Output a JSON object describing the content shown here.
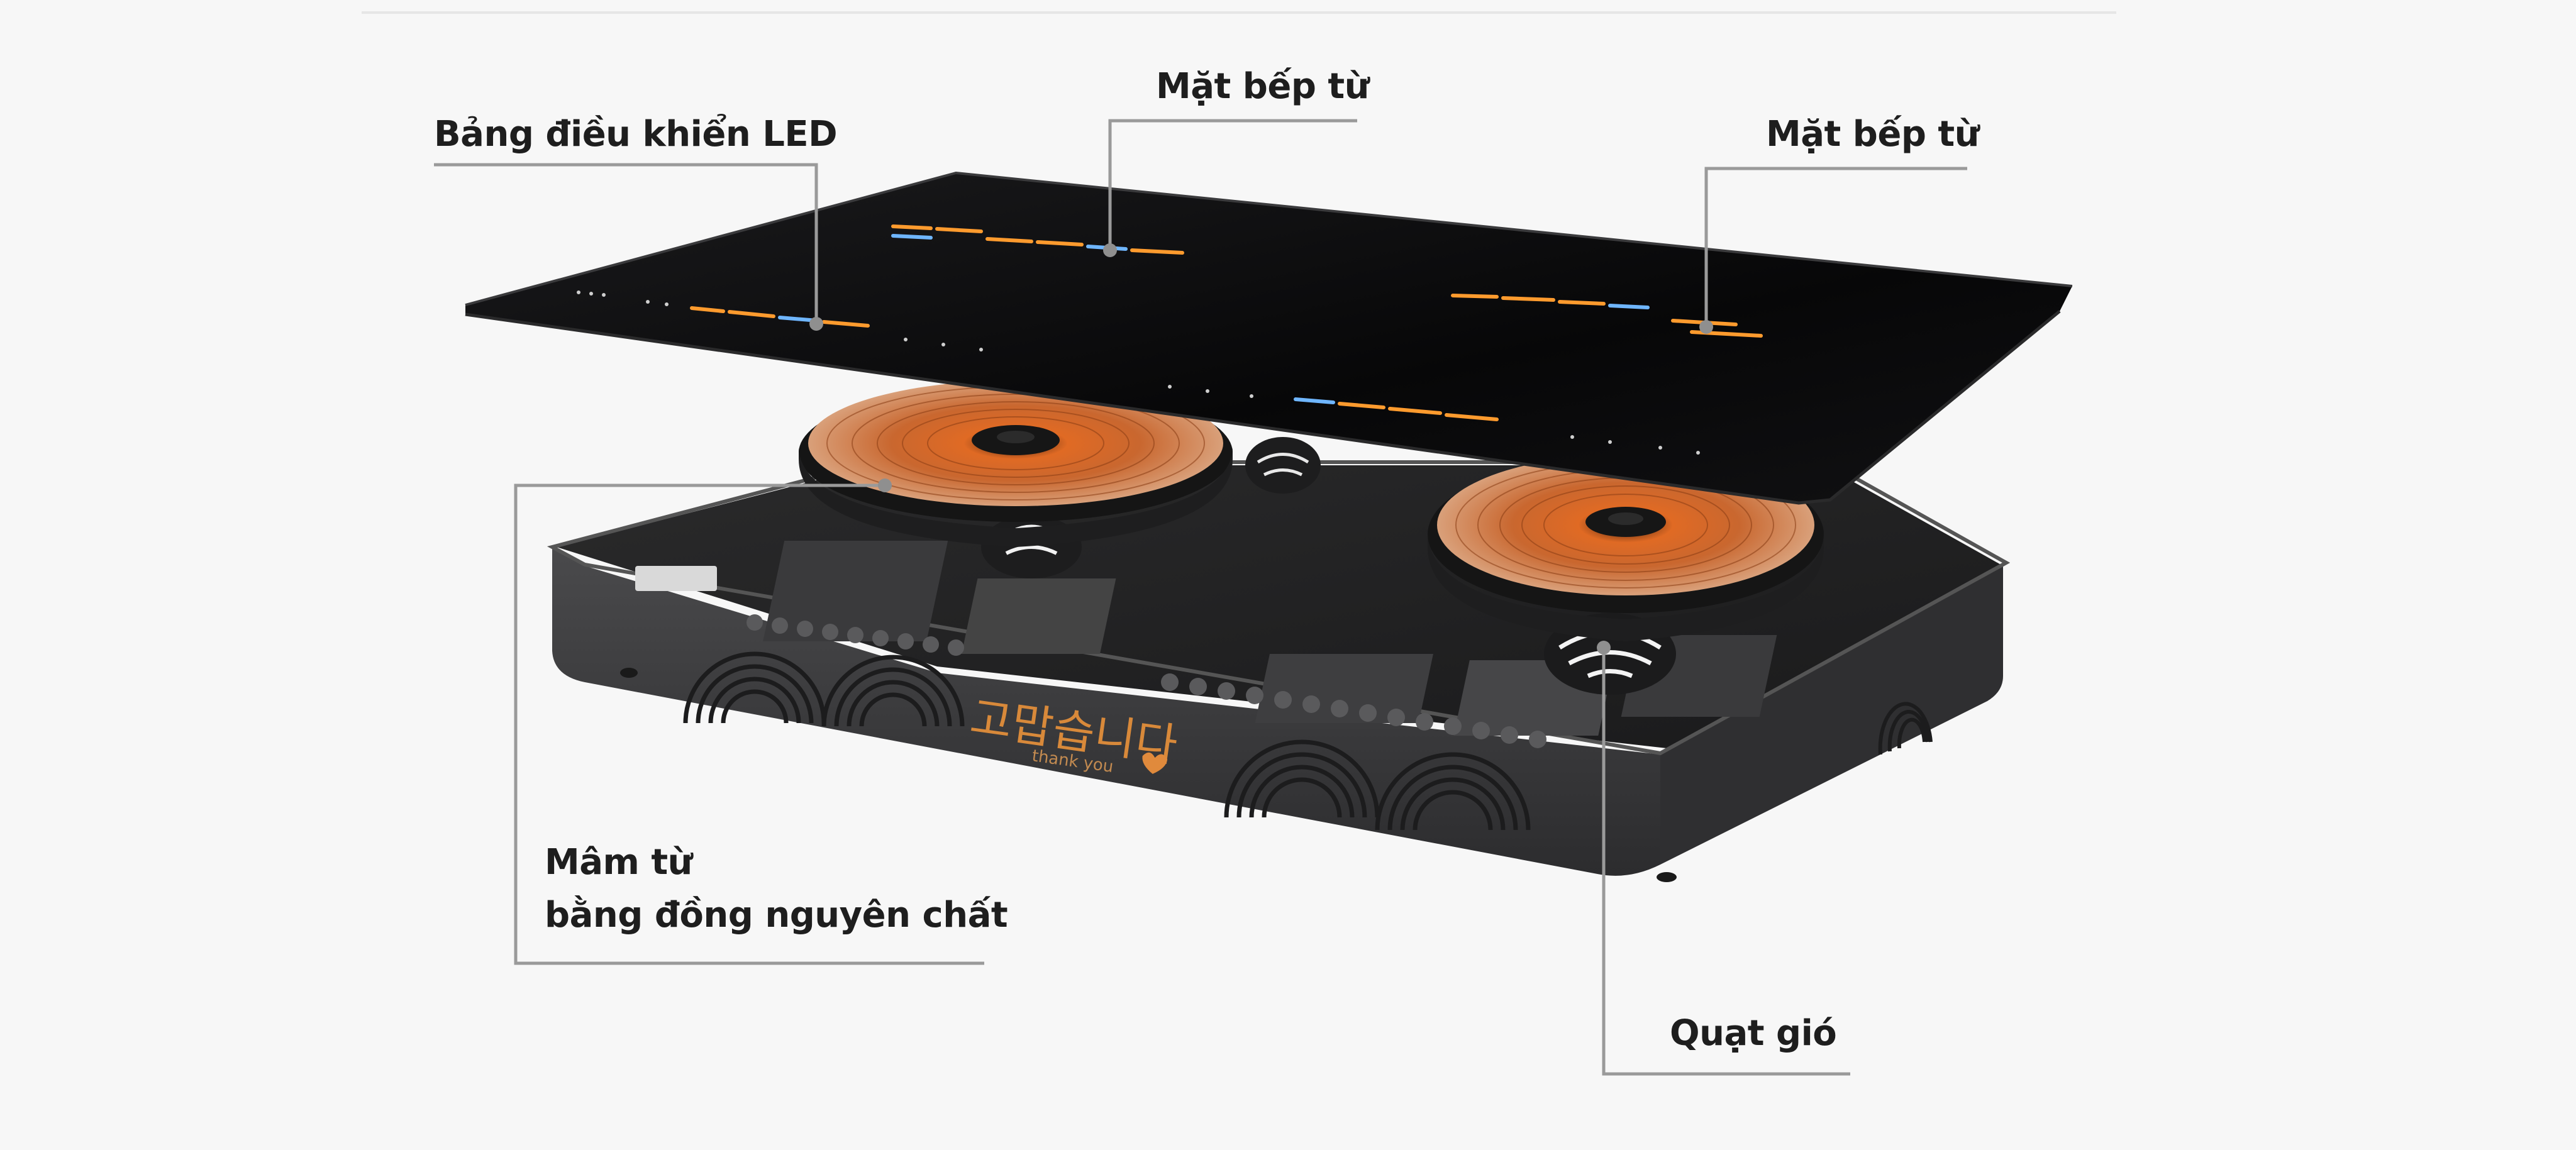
{
  "callouts": {
    "led_panel": "Bảng điều khiển LED",
    "glass_top_center": "Mặt bếp từ",
    "glass_top_right": "Mặt bếp từ",
    "copper_coil_line1": "Mâm từ",
    "copper_coil_line2": "bằng đồng nguyên chất",
    "cooling_fan": "Quạt gió"
  },
  "product_logo": {
    "korean_text": "고맙습니다",
    "subscript": "thank you"
  },
  "colors": {
    "background": "#f7f7f7",
    "glass": "#0b0b0c",
    "chassis": "#3b3b3d",
    "copper": "#c4622d",
    "led_orange": "#ff9b2e",
    "led_blue": "#6fb6ff",
    "leader_line": "#9a9a9a"
  }
}
